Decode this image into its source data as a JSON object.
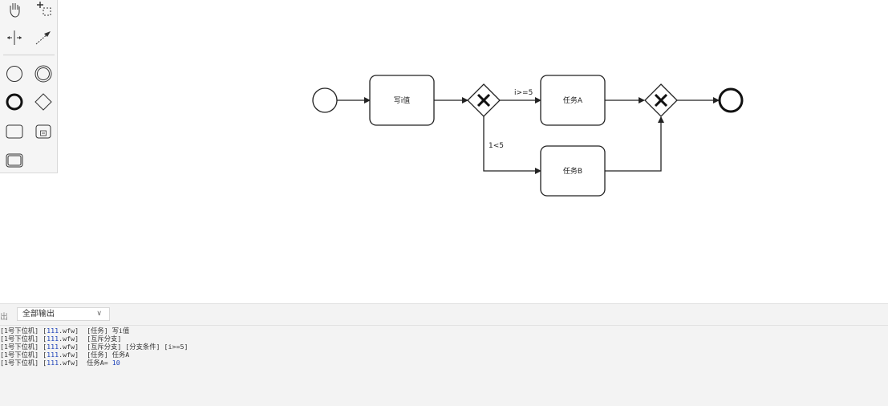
{
  "palette": {
    "tools": [
      {
        "name": "hand-tool",
        "icon": "hand-icon"
      },
      {
        "name": "lasso-tool",
        "icon": "lasso-icon"
      },
      {
        "name": "space-tool",
        "icon": "space-icon"
      },
      {
        "name": "connect-tool",
        "icon": "connect-arrow-icon"
      },
      {
        "name": "start-event",
        "icon": "circle-icon"
      },
      {
        "name": "intermediate-event",
        "icon": "double-circle-icon"
      },
      {
        "name": "end-event",
        "icon": "bold-circle-icon"
      },
      {
        "name": "gateway",
        "icon": "diamond-icon"
      },
      {
        "name": "task",
        "icon": "rounded-rect-icon"
      },
      {
        "name": "subprocess",
        "icon": "subprocess-icon"
      },
      {
        "name": "call-activity",
        "icon": "thick-rect-icon"
      }
    ]
  },
  "diagram": {
    "tasks": {
      "write": "写i值",
      "task_a": "任务A",
      "task_b": "任务B"
    },
    "flows": {
      "cond_upper": "i>=5",
      "cond_lower": "1<5"
    },
    "colors": {
      "stroke": "#222222",
      "fill": "#ffffff"
    }
  },
  "output": {
    "title": "出",
    "filter_selected": "全部输出",
    "lines": [
      {
        "prefix": "[1号下位机] [",
        "file": "111",
        "suffix": ".wfw]  [任务] 写i值"
      },
      {
        "prefix": "[1号下位机] [",
        "file": "111",
        "suffix": ".wfw]  [互斥分支]"
      },
      {
        "prefix": "[1号下位机] [",
        "file": "111",
        "suffix": ".wfw]  [互斥分支] [分支条件] [i>=5]"
      },
      {
        "prefix": "[1号下位机] [",
        "file": "111",
        "suffix": ".wfw]  [任务] 任务A"
      },
      {
        "prefix": "[1号下位机] [",
        "file": "111",
        "suffix": ".wfw]  任务A= ",
        "value": "10"
      }
    ]
  }
}
